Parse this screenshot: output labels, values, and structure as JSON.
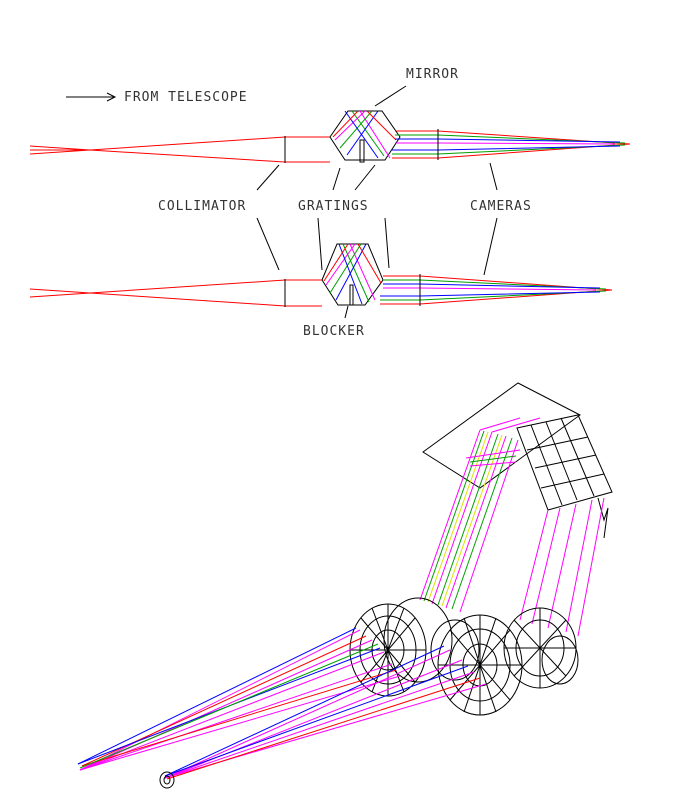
{
  "labels": {
    "from_telescope": "FROM TELESCOPE",
    "mirror": "MIRROR",
    "collimator": "COLLIMATOR",
    "gratings": "GRATINGS",
    "cameras": "CAMERAS",
    "blocker": "BLOCKER"
  },
  "colors": {
    "collimated_beam": "#ff0000",
    "ray_green": "#00a000",
    "ray_blue": "#0000ff",
    "ray_magenta": "#ff00ff",
    "ray_yellow": "#e0e000",
    "structure": "#000000",
    "leader_lines": "#000000"
  }
}
